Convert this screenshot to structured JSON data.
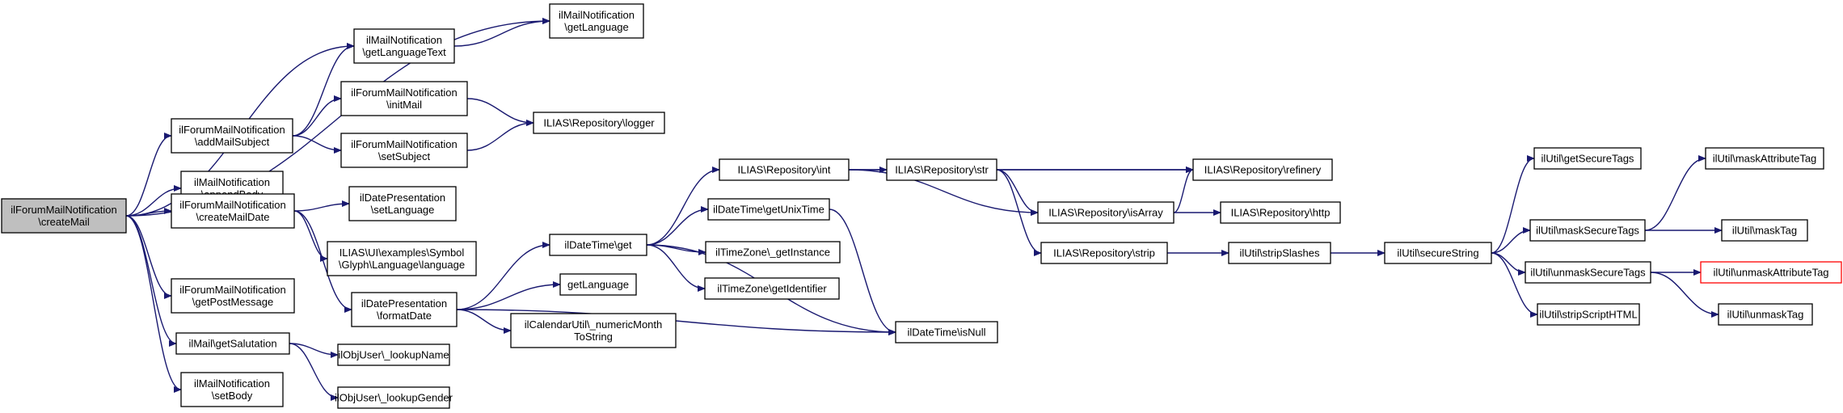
{
  "diagram": {
    "type": "call-graph",
    "edge_color": "#191970",
    "root_fill": "#bfbfbf",
    "missing_border": "#ff0000",
    "nodes": [
      {
        "id": "n0",
        "lines": [
          "ilForumMailNotification",
          "\\createMail"
        ],
        "kind": "root"
      },
      {
        "id": "n1",
        "lines": [
          "ilMailNotification",
          "\\getLanguage"
        ]
      },
      {
        "id": "n2",
        "lines": [
          "ilMailNotification",
          "\\getLanguageText"
        ]
      },
      {
        "id": "n3",
        "lines": [
          "ilForumMailNotification",
          "\\initMail"
        ]
      },
      {
        "id": "n4",
        "lines": [
          "ILIAS\\Repository\\logger"
        ]
      },
      {
        "id": "n5",
        "lines": [
          "ilForumMailNotification",
          "\\addMailSubject"
        ]
      },
      {
        "id": "n6",
        "lines": [
          "ilForumMailNotification",
          "\\setSubject"
        ]
      },
      {
        "id": "n7",
        "lines": [
          "ilMailNotification",
          "\\appendBody"
        ]
      },
      {
        "id": "n8",
        "lines": [
          "ilDatePresentation",
          "\\setLanguage"
        ]
      },
      {
        "id": "n9",
        "lines": [
          "ilForumMailNotification",
          "\\createMailDate"
        ]
      },
      {
        "id": "n10",
        "lines": [
          "ILIAS\\UI\\examples\\Symbol",
          "\\Glyph\\Language\\language"
        ]
      },
      {
        "id": "n11",
        "lines": [
          "ilForumMailNotification",
          "\\getPostMessage"
        ]
      },
      {
        "id": "n12",
        "lines": [
          "ilDatePresentation",
          "\\formatDate"
        ]
      },
      {
        "id": "n13",
        "lines": [
          "ilMail\\getSalutation"
        ]
      },
      {
        "id": "n14",
        "lines": [
          "ilObjUser\\_lookupName"
        ]
      },
      {
        "id": "n15",
        "lines": [
          "ilMailNotification",
          "\\setBody"
        ]
      },
      {
        "id": "n16",
        "lines": [
          "ilObjUser\\_lookupGender"
        ]
      },
      {
        "id": "n17",
        "lines": [
          "ilDateTime\\get"
        ]
      },
      {
        "id": "n18",
        "lines": [
          "getLanguage"
        ]
      },
      {
        "id": "n19",
        "lines": [
          "ilCalendarUtil\\_numericMonth",
          "ToString"
        ]
      },
      {
        "id": "n20",
        "lines": [
          "ILIAS\\Repository\\int"
        ]
      },
      {
        "id": "n21",
        "lines": [
          "ilDateTime\\getUnixTime"
        ]
      },
      {
        "id": "n22",
        "lines": [
          "ilTimeZone\\_getInstance"
        ]
      },
      {
        "id": "n23",
        "lines": [
          "ilTimeZone\\getIdentifier"
        ]
      },
      {
        "id": "n24",
        "lines": [
          "ilDateTime\\isNull"
        ]
      },
      {
        "id": "n25",
        "lines": [
          "ILIAS\\Repository\\str"
        ]
      },
      {
        "id": "n26",
        "lines": [
          "ILIAS\\Repository\\refinery"
        ]
      },
      {
        "id": "n27",
        "lines": [
          "ILIAS\\Repository\\isArray"
        ]
      },
      {
        "id": "n28",
        "lines": [
          "ILIAS\\Repository\\http"
        ]
      },
      {
        "id": "n29",
        "lines": [
          "ILIAS\\Repository\\strip"
        ]
      },
      {
        "id": "n30",
        "lines": [
          "ilUtil\\stripSlashes"
        ]
      },
      {
        "id": "n31",
        "lines": [
          "ilUtil\\secureString"
        ]
      },
      {
        "id": "n32",
        "lines": [
          "ilUtil\\getSecureTags"
        ]
      },
      {
        "id": "n33",
        "lines": [
          "ilUtil\\maskSecureTags"
        ]
      },
      {
        "id": "n34",
        "lines": [
          "ilUtil\\unmaskSecureTags"
        ]
      },
      {
        "id": "n35",
        "lines": [
          "ilUtil\\stripScriptHTML"
        ]
      },
      {
        "id": "n36",
        "lines": [
          "ilUtil\\maskAttributeTag"
        ]
      },
      {
        "id": "n37",
        "lines": [
          "ilUtil\\maskTag"
        ]
      },
      {
        "id": "n38",
        "lines": [
          "ilUtil\\unmaskAttributeTag"
        ],
        "kind": "missing"
      },
      {
        "id": "n39",
        "lines": [
          "ilUtil\\unmaskTag"
        ]
      }
    ],
    "edges": [
      [
        "n0",
        "n1"
      ],
      [
        "n0",
        "n2"
      ],
      [
        "n0",
        "n5"
      ],
      [
        "n0",
        "n7"
      ],
      [
        "n0",
        "n9"
      ],
      [
        "n0",
        "n11"
      ],
      [
        "n0",
        "n13"
      ],
      [
        "n0",
        "n15"
      ],
      [
        "n2",
        "n1"
      ],
      [
        "n5",
        "n2"
      ],
      [
        "n5",
        "n3"
      ],
      [
        "n5",
        "n6"
      ],
      [
        "n3",
        "n4"
      ],
      [
        "n6",
        "n4"
      ],
      [
        "n9",
        "n8"
      ],
      [
        "n9",
        "n10"
      ],
      [
        "n9",
        "n12"
      ],
      [
        "n12",
        "n17"
      ],
      [
        "n12",
        "n18"
      ],
      [
        "n12",
        "n19"
      ],
      [
        "n12",
        "n24"
      ],
      [
        "n13",
        "n14"
      ],
      [
        "n13",
        "n16"
      ],
      [
        "n17",
        "n20"
      ],
      [
        "n17",
        "n21"
      ],
      [
        "n17",
        "n22"
      ],
      [
        "n17",
        "n23"
      ],
      [
        "n17",
        "n24"
      ],
      [
        "n21",
        "n24"
      ],
      [
        "n20",
        "n25"
      ],
      [
        "n20",
        "n26"
      ],
      [
        "n20",
        "n27"
      ],
      [
        "n25",
        "n26"
      ],
      [
        "n25",
        "n27"
      ],
      [
        "n25",
        "n29"
      ],
      [
        "n27",
        "n26"
      ],
      [
        "n27",
        "n28"
      ],
      [
        "n29",
        "n30"
      ],
      [
        "n30",
        "n31"
      ],
      [
        "n31",
        "n32"
      ],
      [
        "n31",
        "n33"
      ],
      [
        "n31",
        "n34"
      ],
      [
        "n31",
        "n35"
      ],
      [
        "n33",
        "n36"
      ],
      [
        "n33",
        "n37"
      ],
      [
        "n34",
        "n38"
      ],
      [
        "n34",
        "n39"
      ]
    ]
  }
}
